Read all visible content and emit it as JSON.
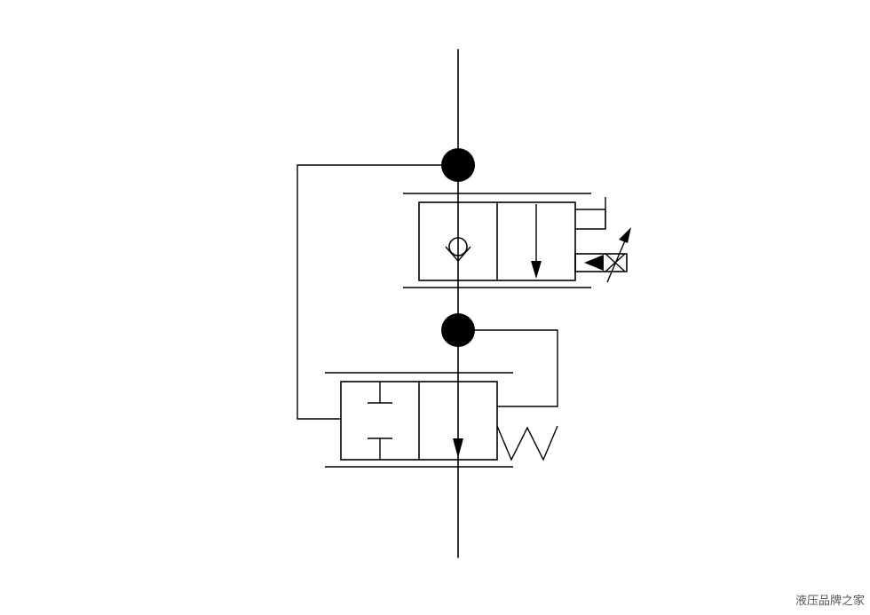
{
  "diagram": {
    "kind": "hydraulic-schematic",
    "colors": {
      "line": "#000000",
      "fill": "#000000",
      "background": "#ffffff"
    },
    "components": [
      {
        "id": "main-line",
        "type": "pipe",
        "description_icon": "vertical-pipe"
      },
      {
        "id": "junction-upper",
        "type": "junction-dot",
        "icon": "filled-circle"
      },
      {
        "id": "junction-lower",
        "type": "junction-dot",
        "icon": "filled-circle"
      },
      {
        "id": "solenoid-valve",
        "type": "2-position-valve",
        "actuator": "proportional-solenoid",
        "icon": "check-valve-symbol"
      },
      {
        "id": "pilot-valve",
        "type": "2-position-valve",
        "return": "spring",
        "icon": "spring-return"
      },
      {
        "id": "bypass-line-left",
        "type": "pilot-line"
      },
      {
        "id": "bypass-line-right",
        "type": "pilot-line"
      }
    ]
  },
  "watermark": {
    "text": "液压品牌之家"
  }
}
